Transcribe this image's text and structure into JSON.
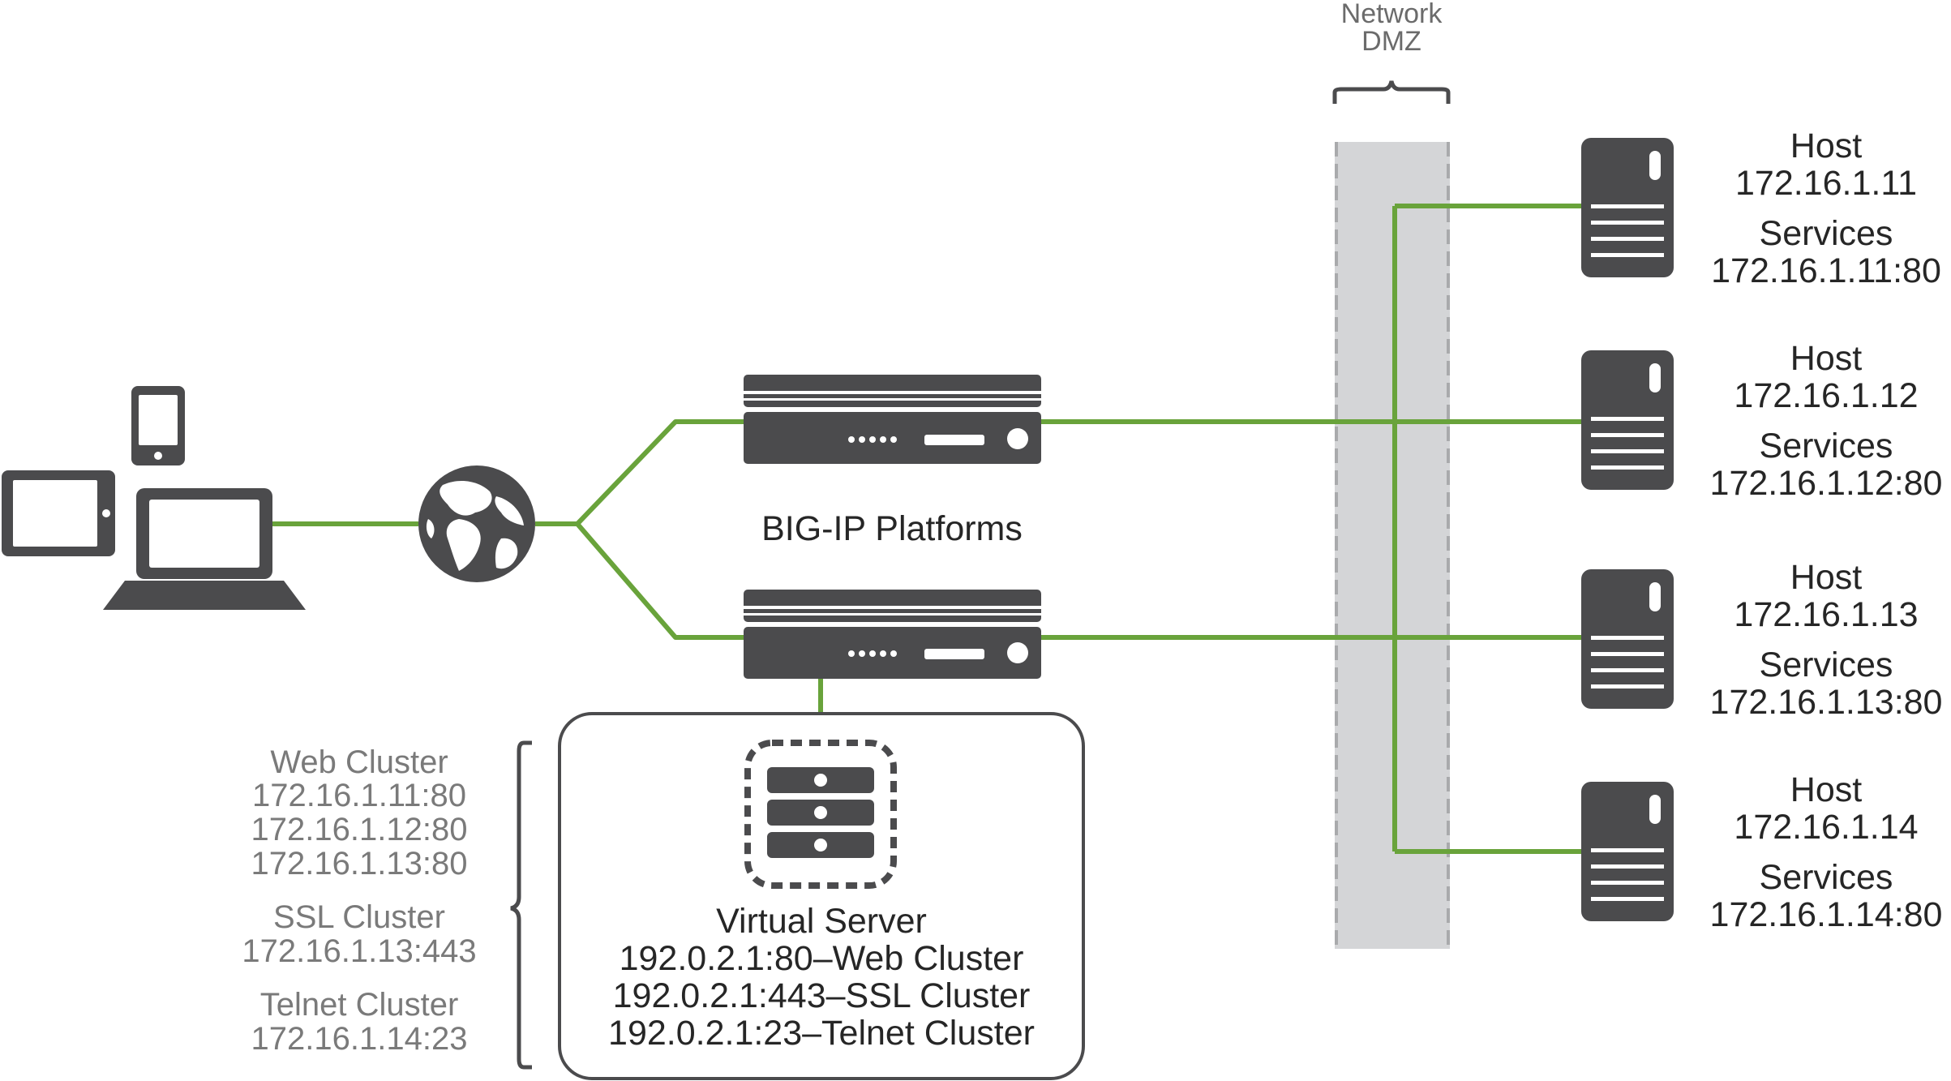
{
  "colors": {
    "link": "#69a33b",
    "device": "#4b4b4d",
    "dmz_fill": "#d4d5d7",
    "dmz_border": "#a9aaac",
    "text_dark": "#262626",
    "text_grey": "#7a7a7a"
  },
  "icons": [
    "tablet-icon",
    "phone-icon",
    "laptop-icon",
    "globe-icon",
    "appliance-icon",
    "virtual-server-icon",
    "server-icon"
  ],
  "dmz": {
    "line1": "Network",
    "line2": "DMZ"
  },
  "platforms_label": "BIG-IP Platforms",
  "virtual_server": {
    "title": "Virtual Server",
    "mappings": [
      "192.0.2.1:80–Web Cluster",
      "192.0.2.1:443–SSL Cluster",
      "192.0.2.1:23–Telnet Cluster"
    ]
  },
  "clusters": [
    {
      "name": "Web Cluster",
      "members": [
        "172.16.1.11:80",
        "172.16.1.12:80",
        "172.16.1.13:80"
      ]
    },
    {
      "name": "SSL Cluster",
      "members": [
        "172.16.1.13:443"
      ]
    },
    {
      "name": "Telnet Cluster",
      "members": [
        "172.16.1.14:23"
      ]
    }
  ],
  "hosts": [
    {
      "host_label": "Host",
      "host_ip": "172.16.1.11",
      "services_label": "Services",
      "service": "172.16.1.11:80"
    },
    {
      "host_label": "Host",
      "host_ip": "172.16.1.12",
      "services_label": "Services",
      "service": "172.16.1.12:80"
    },
    {
      "host_label": "Host",
      "host_ip": "172.16.1.13",
      "services_label": "Services",
      "service": "172.16.1.13:80"
    },
    {
      "host_label": "Host",
      "host_ip": "172.16.1.14",
      "services_label": "Services",
      "service": "172.16.1.14:80"
    }
  ]
}
